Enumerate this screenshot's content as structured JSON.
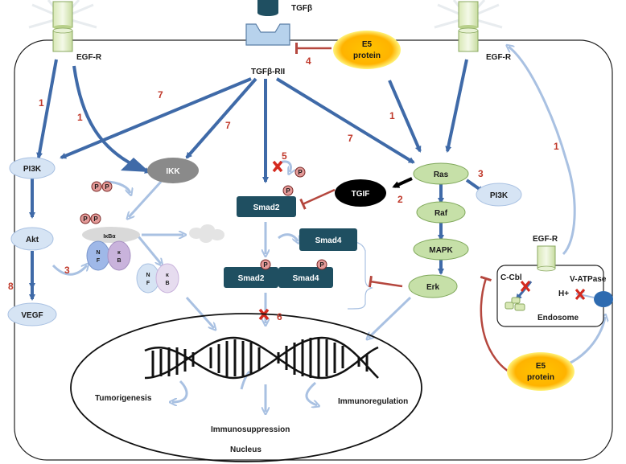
{
  "receptors": {
    "tgfb": "TGFβ",
    "tgfb_rii": "TGFβ-RII",
    "egfr_left": "EGF-R",
    "egfr_right": "EGF-R",
    "egfr_endosome": "EGF-R"
  },
  "e5": {
    "top": "E5\nprotein",
    "bottom": "E5\nprotein"
  },
  "nodes": {
    "pi3k_left": "PI3K",
    "ikk": "IKK",
    "akt": "Akt",
    "vegf": "VEGF",
    "ikba": "IκBα",
    "nf1": "N",
    "f1": "F",
    "k1": "κ",
    "b1": "B",
    "nf2": "N",
    "f2": "F",
    "k2": "κ",
    "b2": "B",
    "smad2_top": "Smad2",
    "smad4_mid": "Smad4",
    "smad2_complex": "Smad2",
    "smad4_complex": "Smad4",
    "tgif": "TGIF",
    "ras": "Ras",
    "raf": "Raf",
    "mapk": "MAPK",
    "erk": "Erk",
    "pi3k_right": "PI3K",
    "ccbl": "C-Cbl",
    "h_plus": "H+",
    "v_atpase": "V-ATPase",
    "endosome": "Endosome",
    "p": "P"
  },
  "nucleus": {
    "label": "Nucleus",
    "tumorigenesis": "Tumorigenesis",
    "immunosuppression": "Immunosuppression",
    "immunoregulation": "Immunoregulation"
  },
  "step_numbers": {
    "n1a": "1",
    "n1b": "1",
    "n1c": "1",
    "n1d": "1",
    "n2": "2",
    "n3a": "3",
    "n3b": "3",
    "n4": "4",
    "n5": "5",
    "n6": "6",
    "n7a": "7",
    "n7b": "7",
    "n7c": "7",
    "n8": "8"
  },
  "colors": {
    "arrow_blue": "#3f6aa8",
    "light_arrow": "#a9c1e2",
    "inhibit_red": "#b5473e",
    "number_red": "#c0392b",
    "dark_teal": "#1f4f61",
    "green_node": "#c6e0a8",
    "light_blue_node": "#d6e4f4",
    "e5_yellow": "#ffbf00"
  }
}
